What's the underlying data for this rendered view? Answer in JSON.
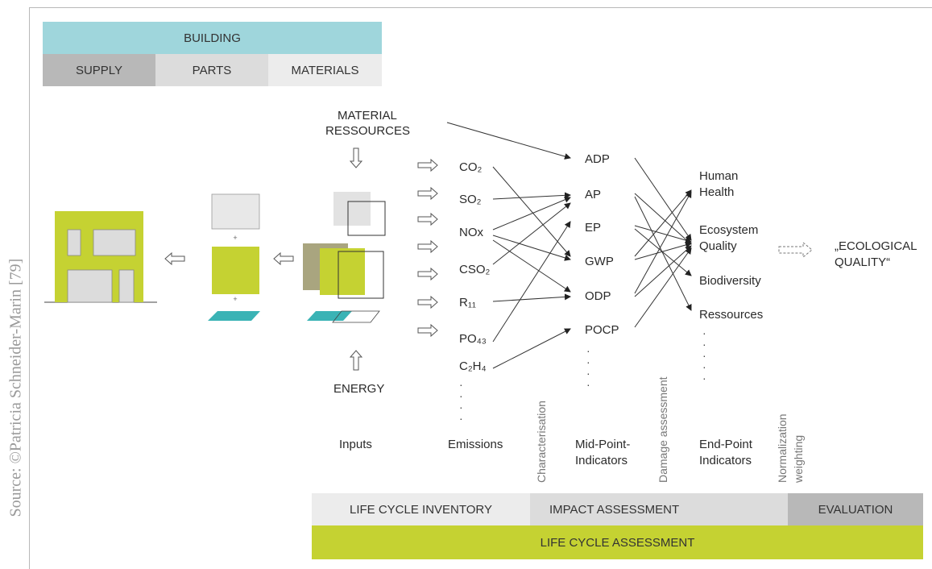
{
  "source_credit": "Source: ©Patricia Schneider-Marin [79]",
  "building_header": {
    "title": "BUILDING",
    "supply": "SUPPLY",
    "parts": "PARTS",
    "materials": "MATERIALS"
  },
  "inputs": {
    "material_line1": "MATERIAL",
    "material_line2": "RESSOURCES",
    "energy": "ENERGY",
    "label": "Inputs"
  },
  "emissions": {
    "items": [
      "CO₂",
      "SO₂",
      "NOx",
      "CSO₂",
      "R₁₁",
      "PO₄₃",
      "C₂H₄"
    ],
    "label": "Emissions"
  },
  "midpoint": {
    "items": [
      "ADP",
      "AP",
      "EP",
      "GWP",
      "ODP",
      "POCP"
    ],
    "label_line1": "Mid-Point-",
    "label_line2": "Indicators"
  },
  "endpoint": {
    "human_line1": "Human",
    "human_line2": "Health",
    "eco_line1": "Ecosystem",
    "eco_line2": "Quality",
    "biodiversity": "Biodiversity",
    "ressources": "Ressources",
    "label_line1": "End-Point",
    "label_line2": "Indicators"
  },
  "result": {
    "line1": "„ECOLOGICAL",
    "line2": "QUALITY“"
  },
  "steps": {
    "characterisation": "Characterisation",
    "damage": "Damage assessment",
    "normalization": "Normalization",
    "weighting": "weighting"
  },
  "bottom_bands": {
    "inventory": "LIFE CYCLE INVENTORY",
    "impact": "IMPACT ASSESSMENT",
    "evaluation": "EVALUATION",
    "lca": "LIFE CYCLE ASSESSMENT"
  },
  "colors": {
    "teal": "#9fd6dc",
    "lime": "#c5d232",
    "gray_dark": "#b8b8b8",
    "gray_mid": "#dcdcdc",
    "gray_light": "#ececec",
    "olive": "#a9a57f",
    "cyan": "#3ab3b5"
  }
}
